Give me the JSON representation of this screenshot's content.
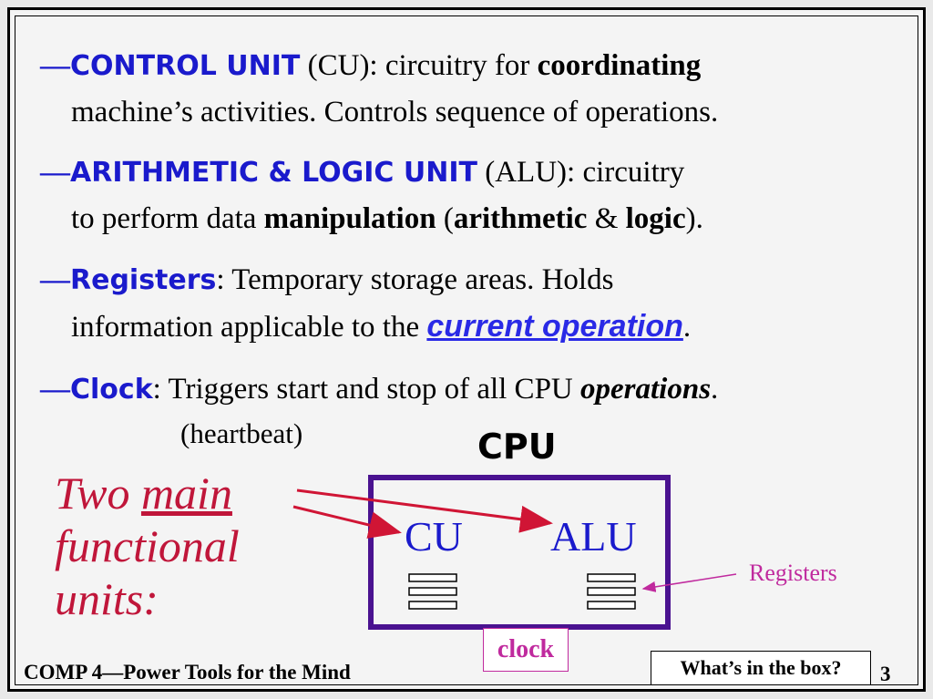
{
  "slide": {
    "items": [
      {
        "dash": "—",
        "keyword": "CONTROL UNIT",
        "text_a": " (CU): circuitry for ",
        "bold_a": "coordinating",
        "line2": "machine’s activities.  Controls sequence of operations."
      },
      {
        "dash": "—",
        "keyword": "ARITHMETIC & LOGIC UNIT",
        "text_a": " (ALU): circuitry",
        "line2_a": "to perform data ",
        "line2_b": "manipulation",
        "line2_c": " (",
        "line2_d": "arithmetic",
        "line2_e": " & ",
        "line2_f": "logic",
        "line2_g": ")."
      },
      {
        "dash": "—",
        "keyword": "Registers",
        "text_a": ":  Temporary storage areas. Holds",
        "line2_a": "information applicable to the ",
        "line2_b": "current operation",
        "line2_c": "."
      },
      {
        "dash": "—",
        "keyword": "Clock",
        "text_a": ":  Triggers start and stop of all CPU ",
        "bold_a": "operations",
        "text_b": ".",
        "line2": "(heartbeat)"
      }
    ],
    "diagram": {
      "cpu_label": "CPU",
      "two_main_a": "Two ",
      "two_main_b": "main",
      "two_main_c": "functional",
      "two_main_d": "units:",
      "cu": "CU",
      "alu": "ALU",
      "registers": "Registers",
      "clock": "clock"
    },
    "footer": {
      "course": "COMP 4—Power Tools for the Mind",
      "question": "What’s in the box?",
      "page": "3"
    }
  },
  "colors": {
    "keyword": "#1a1acc",
    "accent_red": "#c0163a",
    "cpu_border": "#4a1290",
    "magenta": "#c02a9e"
  }
}
